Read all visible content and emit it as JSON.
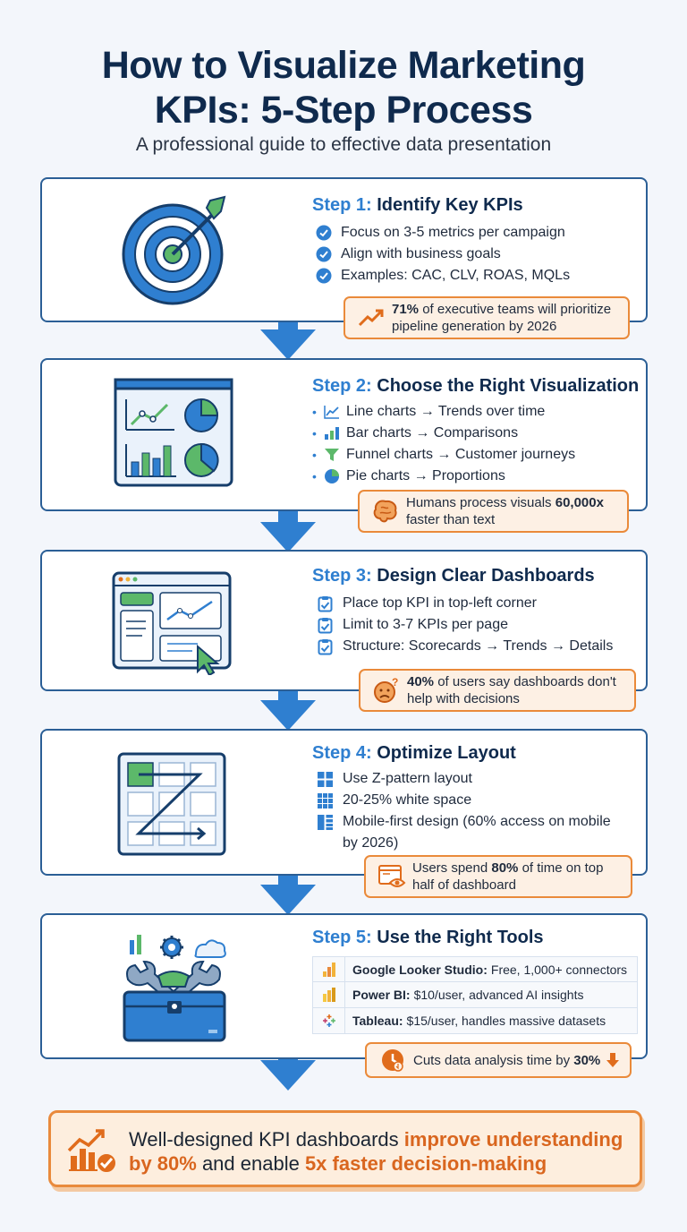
{
  "header": {
    "title_line1": "How to Visualize Marketing",
    "title_line2": "KPIs: 5-Step Process",
    "subtitle": "A professional guide to effective data presentation"
  },
  "colors": {
    "primary_blue": "#2f7fd0",
    "navy": "#0f2a4d",
    "accent_orange": "#e98a3c",
    "callout_bg": "#fdf0e4",
    "green": "#5cb86a"
  },
  "steps": [
    {
      "num": "Step 1:",
      "title": "Identify Key KPIs",
      "icon": "target-arrow-icon",
      "bullet_icon": "check-circle-icon",
      "items": [
        "Focus on 3-5 metrics per campaign",
        "Align with business goals",
        "Examples: CAC, CLV, ROAS, MQLs"
      ],
      "callout": {
        "icon": "trend-up-icon",
        "bold": "71%",
        "text": " of executive teams will prioritize pipeline generation by 2026"
      }
    },
    {
      "num": "Step 2:",
      "title": "Choose the Right Visualization",
      "icon": "chart-dashboard-icon",
      "items": [
        {
          "icon": "line-chart-icon",
          "text": "Line charts → Trends over time"
        },
        {
          "icon": "bar-chart-icon",
          "text": "Bar charts → Comparisons"
        },
        {
          "icon": "funnel-icon",
          "text": "Funnel charts → Customer journeys"
        },
        {
          "icon": "pie-chart-icon",
          "text": "Pie charts → Proportions"
        }
      ],
      "callout": {
        "icon": "brain-icon",
        "pre": "Humans process visuals ",
        "bold": "60,000x",
        "post": " faster than text"
      }
    },
    {
      "num": "Step 3:",
      "title": "Design Clear Dashboards",
      "icon": "dashboard-window-icon",
      "bullet_icon": "clipboard-check-icon",
      "items": [
        "Place top KPI in top-left corner",
        "Limit to 3-7 KPIs per page",
        "Structure: Scorecards → Trends → Details"
      ],
      "callout": {
        "icon": "confused-face-icon",
        "bold": "40%",
        "text": " of users say dashboards don't help with decisions"
      }
    },
    {
      "num": "Step 4:",
      "title": "Optimize Layout",
      "icon": "z-pattern-grid-icon",
      "bullet_icon": "grid-icon",
      "items": [
        "Use Z-pattern layout",
        "20-25% white space",
        "Mobile-first design (60% access on mobile by 2026)"
      ],
      "callout": {
        "icon": "eye-window-icon",
        "pre": "Users spend ",
        "bold": "80%",
        "post": " of time on top half of dashboard"
      }
    },
    {
      "num": "Step 5:",
      "title": "Use the Right Tools",
      "icon": "toolbox-icon",
      "tools": [
        {
          "icon": "looker-icon",
          "name": "Google Looker Studio:",
          "desc": "Free, 1,000+ connectors"
        },
        {
          "icon": "power-bi-icon",
          "name": "Power BI:",
          "desc": "$10/user, advanced AI insights"
        },
        {
          "icon": "tableau-icon",
          "name": "Tableau:",
          "desc": "$15/user, handles massive datasets"
        }
      ],
      "callout": {
        "icon": "clock-icon",
        "pre": "Cuts data analysis time by ",
        "bold": "30%",
        "post_icon": "arrow-down-icon"
      }
    }
  ],
  "banner": {
    "icon": "growth-chart-check-icon",
    "pre": "Well-designed KPI dashboards ",
    "hl1": "improve understanding by 80%",
    "mid": " and enable ",
    "hl2": "5x faster decision-making"
  }
}
